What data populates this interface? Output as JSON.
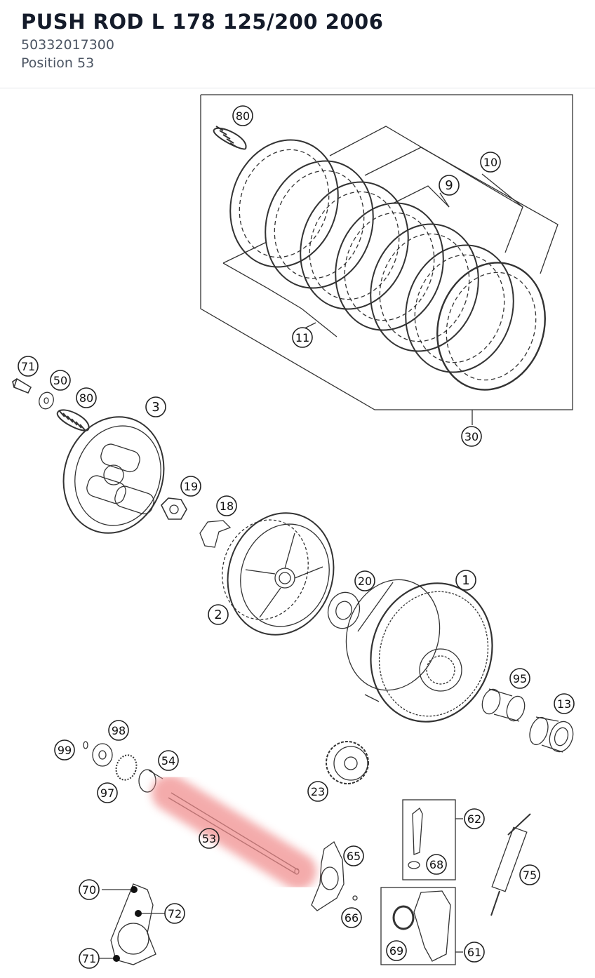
{
  "header": {
    "title": "PUSH ROD L 178 125/200 2006",
    "part_number": "50332017300",
    "position": "Position 53"
  },
  "diagram": {
    "highlight_color": "#f08c8c",
    "callouts": [
      "80",
      "10",
      "9",
      "11",
      "30",
      "71",
      "50",
      "80",
      "3",
      "19",
      "18",
      "20",
      "1",
      "2",
      "95",
      "13",
      "98",
      "99",
      "54",
      "97",
      "23",
      "53",
      "62",
      "68",
      "75",
      "65",
      "66",
      "70",
      "72",
      "71",
      "69",
      "61"
    ]
  }
}
